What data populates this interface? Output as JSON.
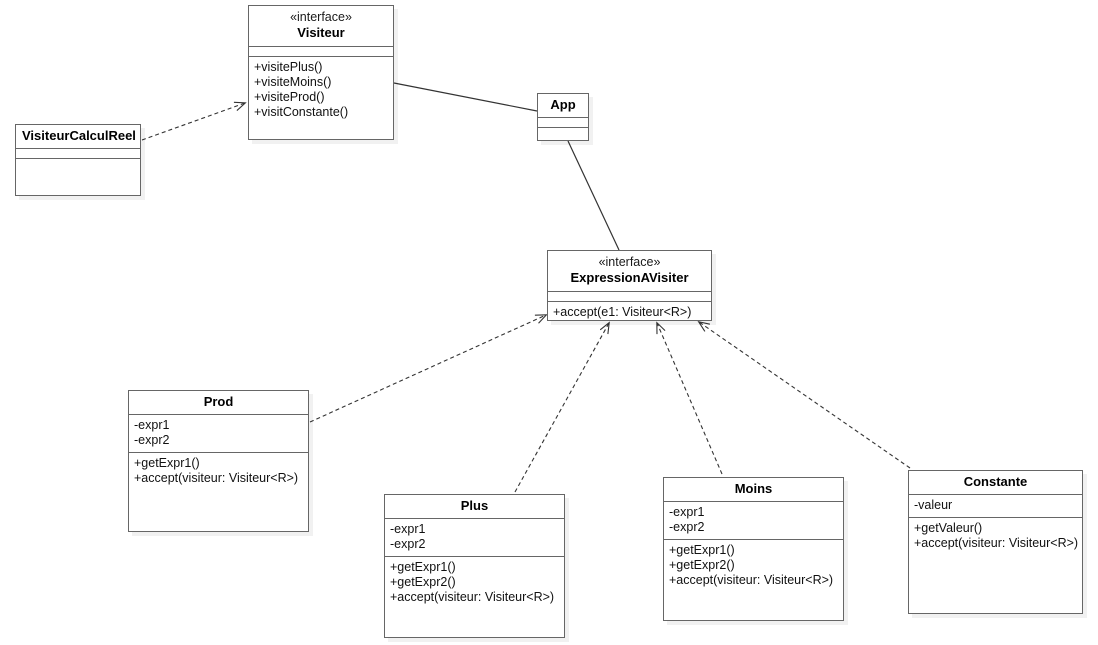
{
  "diagram": {
    "kind": "uml-class-diagram",
    "title": "Visitor pattern class diagram",
    "background_color": "#ffffff",
    "border_color": "#666666",
    "text_color": "#000000",
    "edge_color": "#333333"
  },
  "classes": {
    "visiteur": {
      "stereotype": "«interface»",
      "name": "Visiteur",
      "attributes": [],
      "operations": [
        "+visitePlus()",
        "+visiteMoins()",
        "+visiteProd()",
        "+visitConstante()"
      ]
    },
    "visiteur_calcul_reel": {
      "stereotype": "",
      "name": "VisiteurCalculReel",
      "attributes": [],
      "operations": []
    },
    "app": {
      "stereotype": "",
      "name": "App",
      "attributes": [],
      "operations": []
    },
    "expression_a_visiter": {
      "stereotype": "«interface»",
      "name": "ExpressionAVisiter",
      "attributes": [],
      "operations": [
        "+accept(e1: Visiteur<R>)"
      ]
    },
    "prod": {
      "stereotype": "",
      "name": "Prod",
      "attributes": [
        "-expr1",
        "-expr2"
      ],
      "operations": [
        "+getExpr1()",
        "+accept(visiteur: Visiteur<R>)"
      ]
    },
    "plus": {
      "stereotype": "",
      "name": "Plus",
      "attributes": [
        "-expr1",
        "-expr2"
      ],
      "operations": [
        "+getExpr1()",
        "+getExpr2()",
        "+accept(visiteur: Visiteur<R>)"
      ]
    },
    "moins": {
      "stereotype": "",
      "name": "Moins",
      "attributes": [
        "-expr1",
        "-expr2"
      ],
      "operations": [
        "+getExpr1()",
        "+getExpr2()",
        "+accept(visiteur: Visiteur<R>)"
      ]
    },
    "constante": {
      "stereotype": "",
      "name": "Constante",
      "attributes": [
        "-valeur"
      ],
      "operations": [
        "+getValeur()",
        "+accept(visiteur: Visiteur<R>)"
      ]
    }
  },
  "relationships": [
    {
      "id": "rel-visiteurcalculreel-visiteur",
      "type": "realization",
      "style": "dashed-hollow-triangle",
      "from": "VisiteurCalculReel",
      "to": "Visiteur",
      "label": ""
    },
    {
      "id": "rel-visiteur-app",
      "type": "association",
      "style": "solid-plain",
      "from": "Visiteur",
      "to": "App",
      "label": ""
    },
    {
      "id": "rel-app-expressionavisiter",
      "type": "association",
      "style": "solid-plain",
      "from": "App",
      "to": "ExpressionAVisiter",
      "label": ""
    },
    {
      "id": "rel-prod-expressionavisiter",
      "type": "realization",
      "style": "dashed-hollow-triangle",
      "from": "Prod",
      "to": "ExpressionAVisiter",
      "label": ""
    },
    {
      "id": "rel-plus-expressionavisiter",
      "type": "realization",
      "style": "dashed-hollow-triangle",
      "from": "Plus",
      "to": "ExpressionAVisiter",
      "label": ""
    },
    {
      "id": "rel-moins-expressionavisiter",
      "type": "realization",
      "style": "dashed-hollow-triangle",
      "from": "Moins",
      "to": "ExpressionAVisiter",
      "label": ""
    },
    {
      "id": "rel-constante-expressionavisiter",
      "type": "realization",
      "style": "dashed-hollow-triangle",
      "from": "Constante",
      "to": "ExpressionAVisiter",
      "label": ""
    }
  ]
}
